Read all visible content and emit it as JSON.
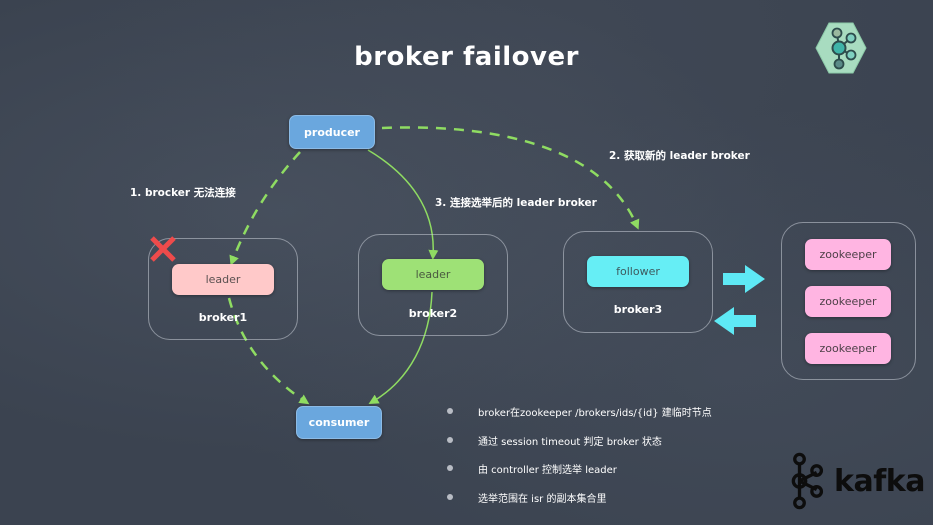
{
  "title": "broker failover",
  "colors": {
    "background": "#3b4350",
    "producer_consumer": "#6aa7de",
    "failed_leader": "#ffc9c9",
    "new_leader": "#9ee176",
    "follower": "#66eef5",
    "zookeeper": "#ffb5e2",
    "arrow": "#8fdc62",
    "fat_arrow": "#5ee9f5",
    "fail_mark": "#ee4b4b"
  },
  "nodes": {
    "producer": "producer",
    "consumer": "consumer"
  },
  "brokers": [
    {
      "name": "broker1",
      "role": "leader",
      "status": "failed"
    },
    {
      "name": "broker2",
      "role": "leader",
      "status": "elected"
    },
    {
      "name": "broker3",
      "role": "follower",
      "status": "ok"
    }
  ],
  "zookeeper_cluster": [
    "zookeeper",
    "zookeeper",
    "zookeeper"
  ],
  "annotations": {
    "step1": "1. brocker 无法连接",
    "step2": "2. 获取新的 leader broker",
    "step3": "3. 连接选举后的 leader broker"
  },
  "bullets": [
    "broker在zookeeper /brokers/ids/{id} 建临时节点",
    "通过 session timeout 判定 broker 状态",
    "由 controller 控制选举 leader",
    "选举范围在 isr 的副本集合里"
  ],
  "logos": {
    "top_right": "hex-graph-logo-icon",
    "bottom_right": "kafka"
  }
}
